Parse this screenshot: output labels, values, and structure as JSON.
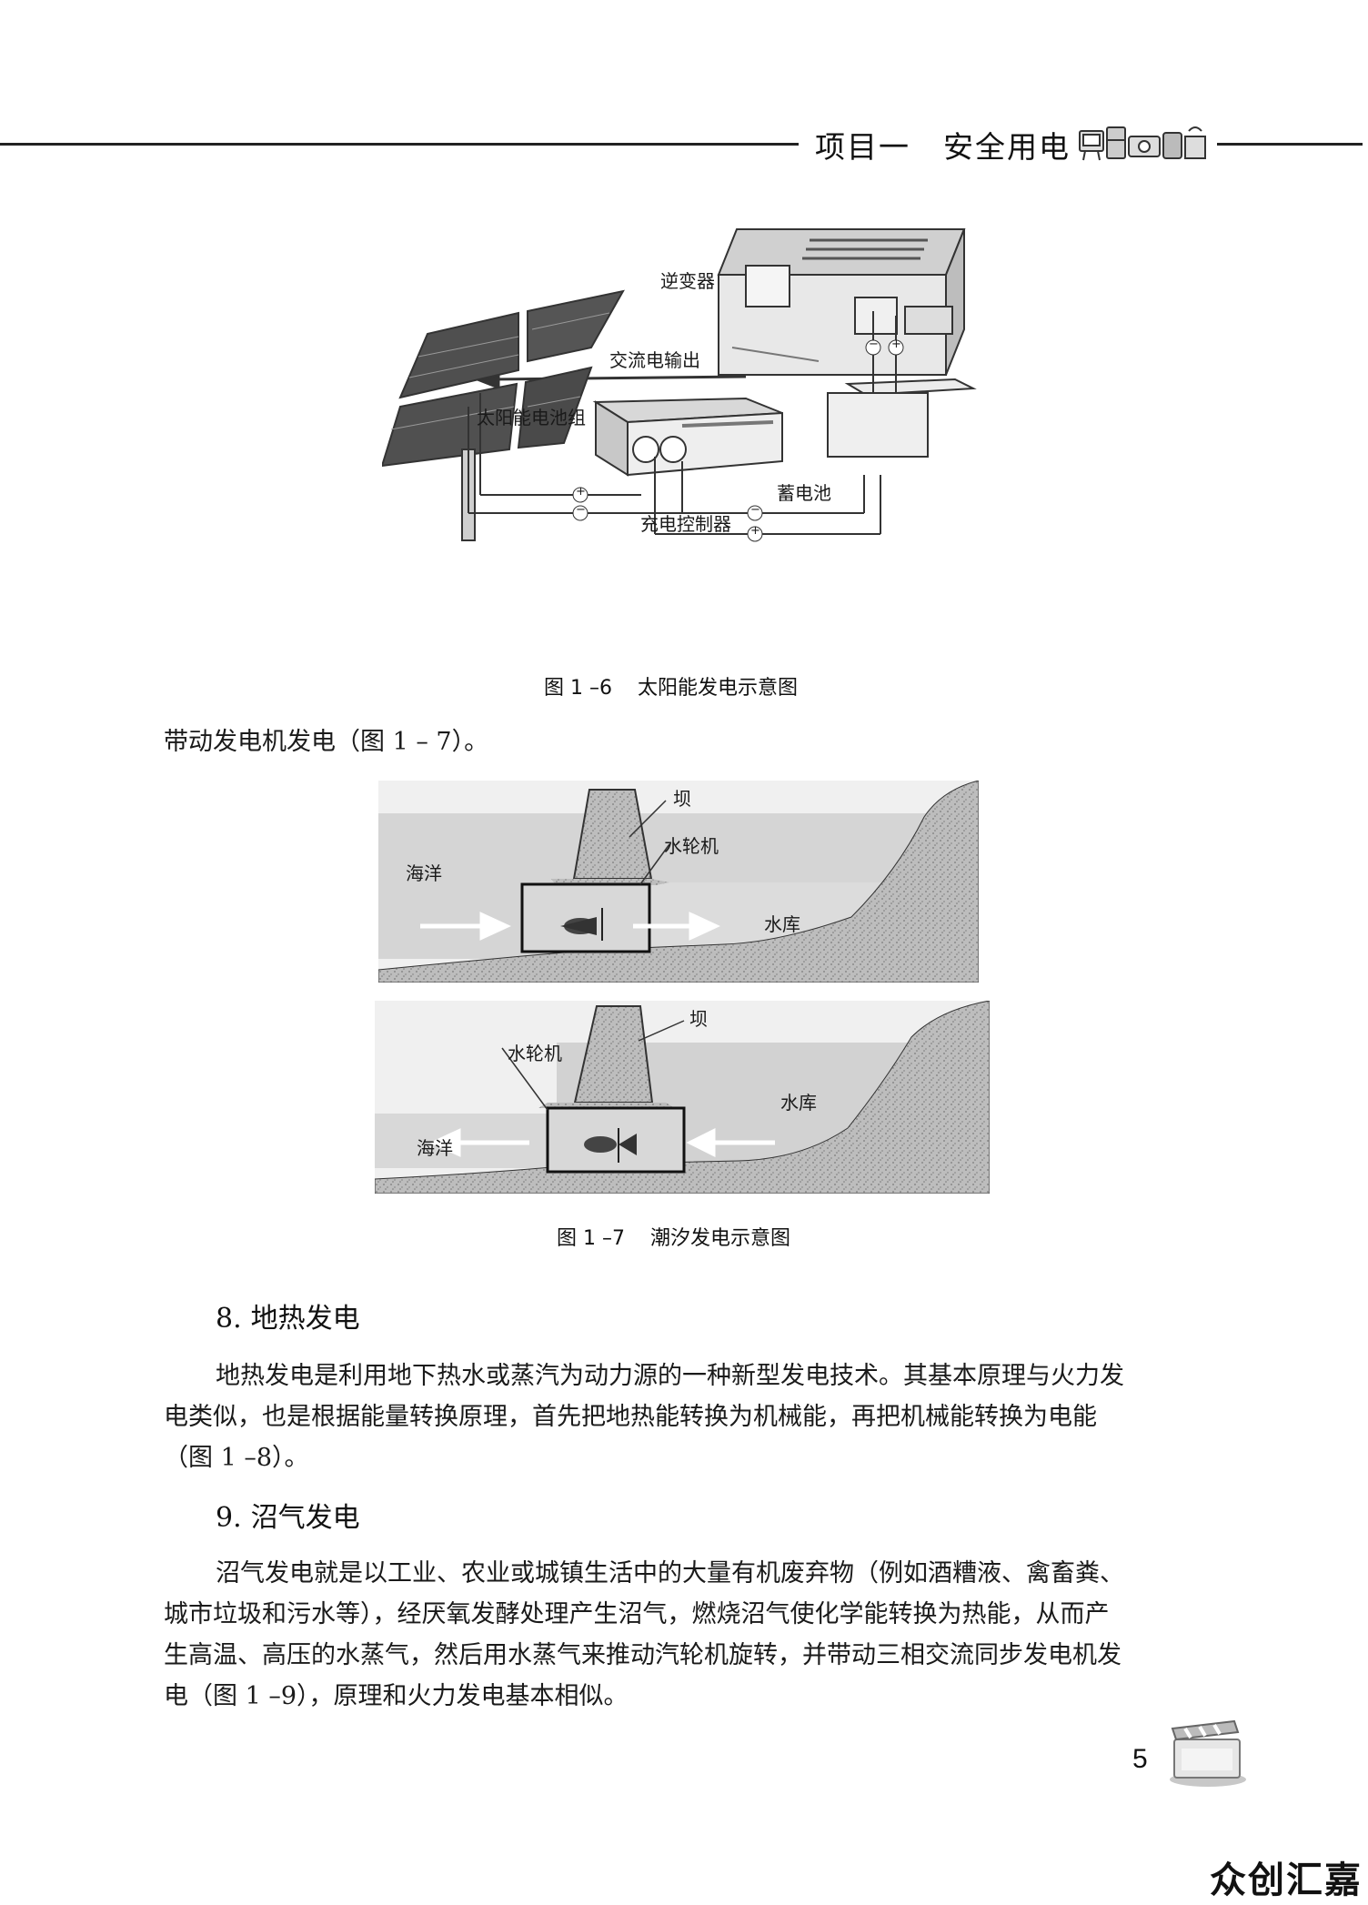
{
  "header": {
    "project": "项目一",
    "title": "安全用电"
  },
  "figure_1_6": {
    "labels": {
      "inverter": "逆变器",
      "ac_output": "交流电输出",
      "solar_array": "太阳能电池组",
      "battery": "蓄电池",
      "charge_controller": "充电控制器",
      "plus": "+",
      "minus": "−"
    },
    "caption_num": "图 1 –6",
    "caption_text": "太阳能发电示意图"
  },
  "para_continuation": "带动发电机发电（图 1 – 7）。",
  "figure_1_7": {
    "top": {
      "dam": "坝",
      "turbine": "水轮机",
      "ocean": "海洋",
      "reservoir": "水库"
    },
    "bottom": {
      "dam": "坝",
      "turbine": "水轮机",
      "ocean": "海洋",
      "reservoir": "水库"
    },
    "caption_num": "图 1 –7",
    "caption_text": "潮汐发电示意图"
  },
  "section8": {
    "num": "8.",
    "title": "地热发电",
    "lines": [
      "地热发电是利用地下热水或蒸汽为动力源的一种新型发电技术。其基本原理与火力发",
      "电类似，也是根据能量转换原理，首先把地热能转换为机械能，再把机械能转换为电能",
      "（图 1 –8）。"
    ]
  },
  "section9": {
    "num": "9.",
    "title": "沼气发电",
    "lines": [
      "沼气发电就是以工业、农业或城镇生活中的大量有机废弃物（例如酒糟液、禽畜粪、",
      "城市垃圾和污水等），经厌氧发酵处理产生沼气，燃烧沼气使化学能转换为热能，从而产",
      "生高温、高压的水蒸气，然后用水蒸气来推动汽轮机旋转，并带动三相交流同步发电机发",
      "电（图 1 –9），原理和火力发电基本相似。"
    ]
  },
  "page_number": "5",
  "watermark": "众创汇嘉"
}
